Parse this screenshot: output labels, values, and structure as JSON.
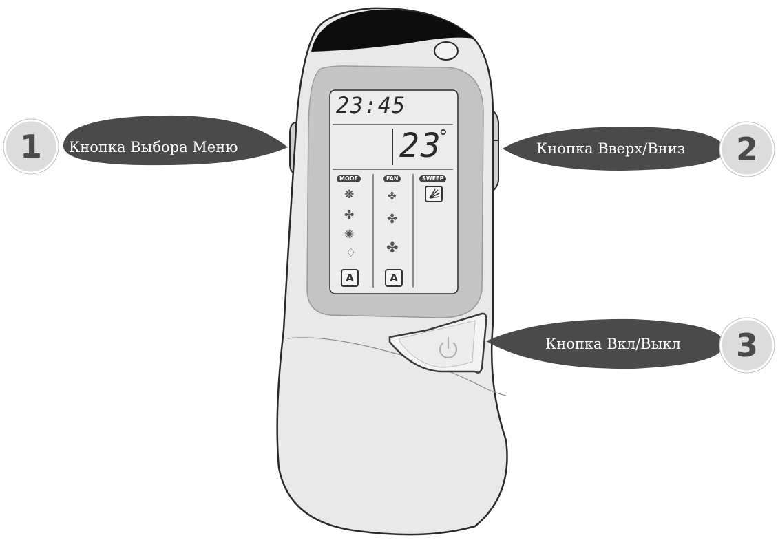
{
  "display": {
    "clock": "23:45",
    "temperature": "23",
    "degree_symbol": "°",
    "mode_label": "MODE",
    "fan_label": "FAN",
    "sweep_label": "SWEEP",
    "auto_label": "A"
  },
  "callouts": [
    {
      "number": "1",
      "text": "Кнопка Выбора Меню"
    },
    {
      "number": "2",
      "text": "Кнопка Вверх/Вниз"
    },
    {
      "number": "3",
      "text": "Кнопка Вкл/Выкл"
    }
  ],
  "icons": {
    "mode": [
      "snowflake-icon",
      "fan-icon",
      "sun-icon",
      "drop-icon"
    ],
    "fan": [
      "fan-low-icon",
      "fan-mid-icon",
      "fan-high-icon"
    ],
    "sweep": "sweep-icon",
    "power": "power-icon"
  },
  "colors": {
    "remote_body": "#e9e9e9",
    "remote_outline": "#2a2a2a",
    "remote_top": "#0d0d0d",
    "screen_frame": "#c4c4c4",
    "lcd": "#ececec",
    "callout_fill": "#4a4a4a",
    "badge_fill": "#dcdcdc"
  }
}
